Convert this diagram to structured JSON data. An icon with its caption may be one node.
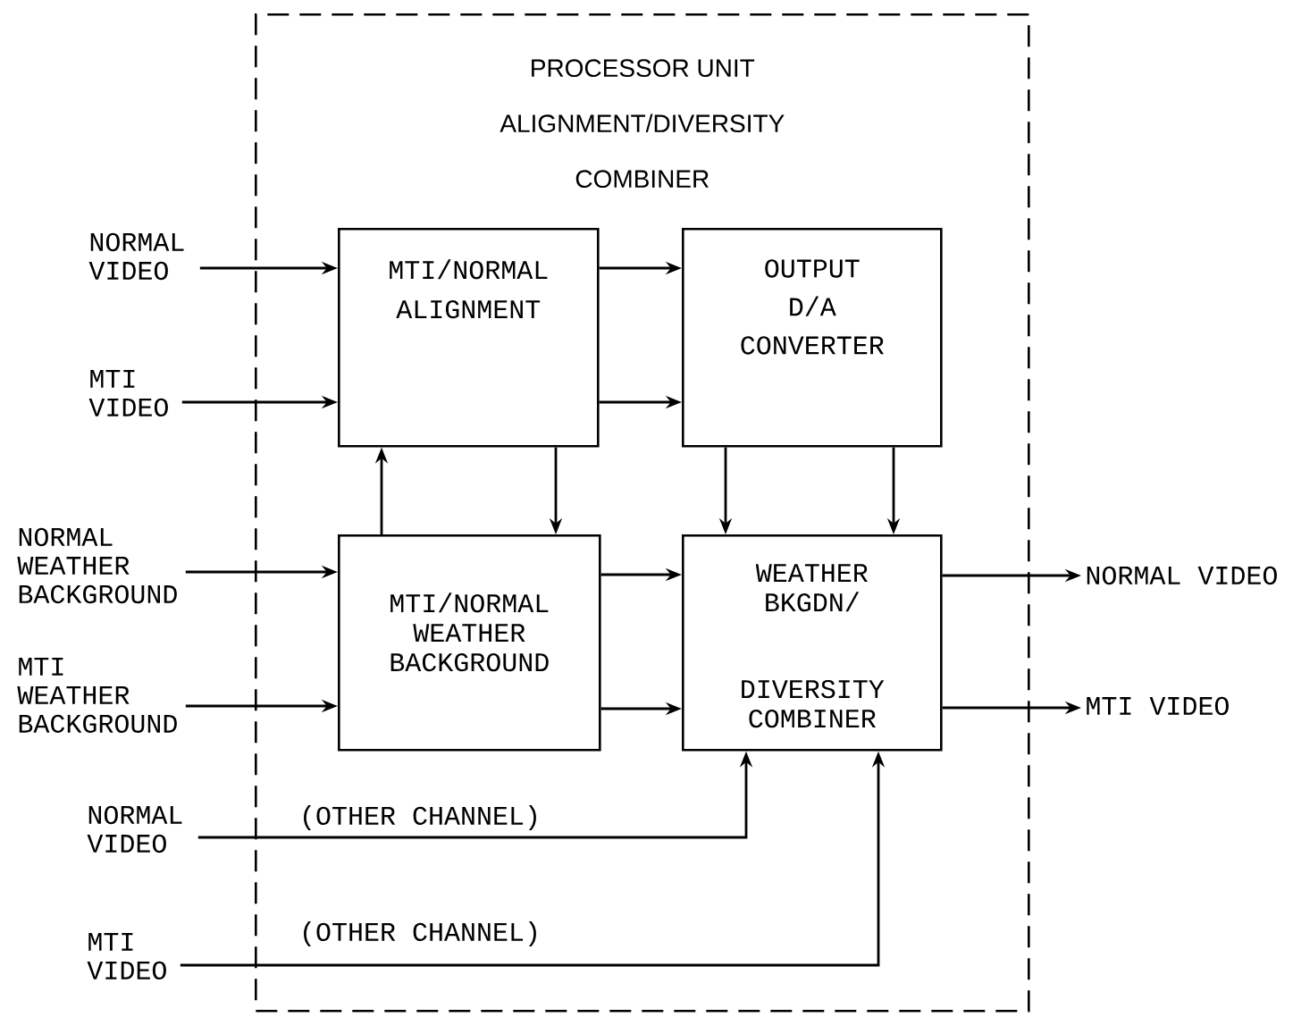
{
  "diagram": {
    "nodes": [
      {
        "text": [
          "PROCESSOR UNIT ALIGNMENT/DIVERSITY COMBINER"
        ]
      },
      {
        "text": [
          "MTI/NORMAL ALIGNMENT"
        ],
        "in": 0
      },
      {
        "text": [
          "OUTPUT D/A CONVERTER"
        ],
        "in": 0
      },
      {
        "text": [
          "MTI/NORMAL WEATHER BACKGROUND"
        ],
        "in": 0
      },
      {
        "text": [
          "WEATHER BKGDN/",
          "DIVERSITY COMBINER"
        ],
        "in": 0
      },
      {
        "text": [
          "NORMAL VIDEO"
        ]
      },
      {
        "text": [
          "MTI VIDEO"
        ]
      },
      {
        "text": [
          "NORMAL WEATHER BACKGROUND"
        ]
      },
      {
        "text": [
          "MTI WEATHER BACKGROUND"
        ]
      },
      {
        "text": [
          "NORMAL VIDEO"
        ]
      },
      {
        "text": [
          "MTI VIDEO"
        ]
      },
      {
        "text": [
          "NORMAL VIDEO"
        ]
      },
      {
        "text": [
          "MTI VIDEO"
        ]
      }
    ],
    "edges": [
      {
        "from": 5,
        "to": 1,
        "arrow": "to"
      },
      {
        "from": 6,
        "to": 1,
        "arrow": "to"
      },
      {
        "from": 1,
        "to": 2,
        "arrow": "to"
      },
      {
        "from": 1,
        "to": 2,
        "arrow": "to"
      },
      {
        "from": 3,
        "to": 1,
        "arrow": "to"
      },
      {
        "from": 1,
        "to": 3,
        "arrow": "to"
      },
      {
        "from": 7,
        "to": 3,
        "arrow": "to"
      },
      {
        "from": 8,
        "to": 3,
        "arrow": "to"
      },
      {
        "from": 3,
        "to": 4,
        "arrow": "to"
      },
      {
        "from": 3,
        "to": 4,
        "arrow": "to"
      },
      {
        "from": 2,
        "to": 4,
        "arrow": "to"
      },
      {
        "from": 2,
        "to": 4,
        "arrow": "to"
      },
      {
        "from": 4,
        "to": 11,
        "arrow": "to"
      },
      {
        "from": 4,
        "to": 12,
        "arrow": "to"
      },
      {
        "from": 9,
        "to": 4,
        "arrow": "to",
        "label": "(OTHER CHANNEL)"
      },
      {
        "from": 10,
        "to": 4,
        "arrow": "to",
        "label": "(OTHER CHANNEL)"
      }
    ]
  }
}
